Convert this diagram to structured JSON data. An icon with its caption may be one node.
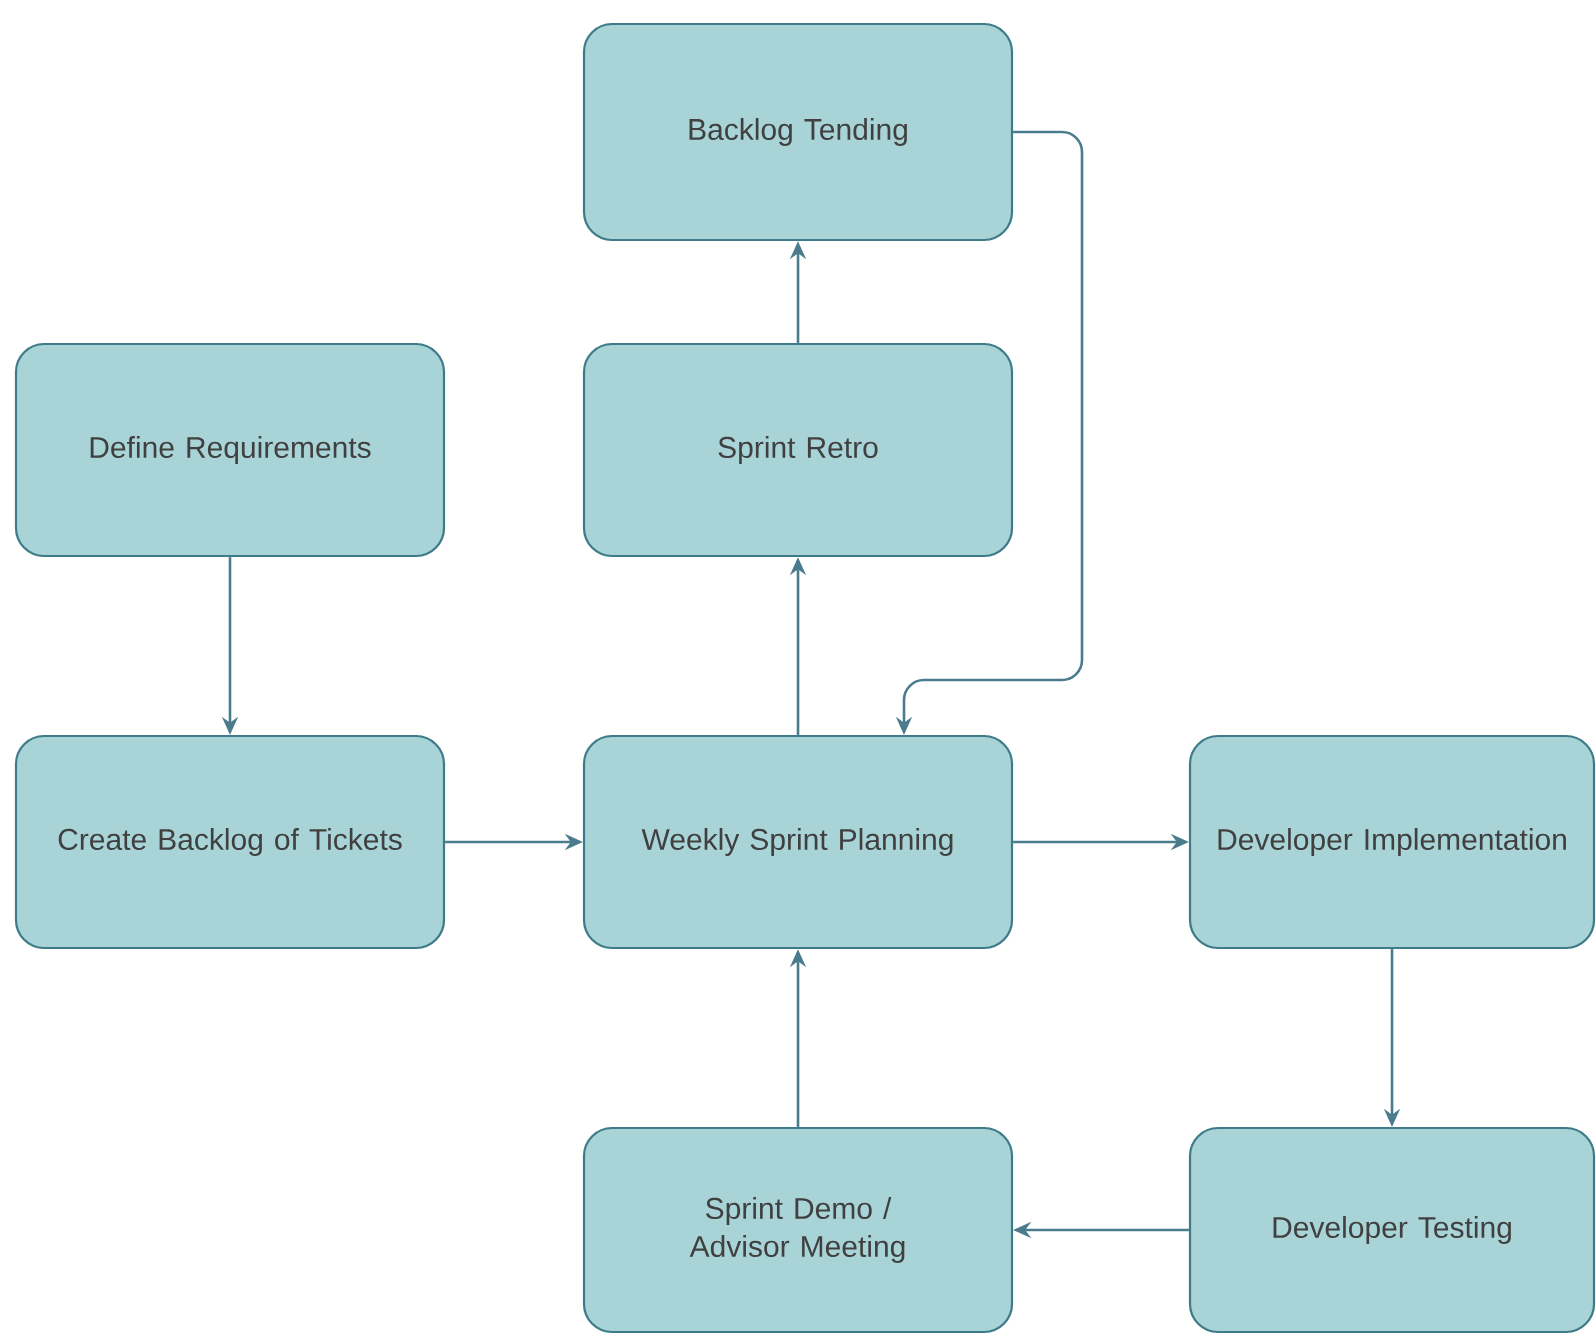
{
  "diagram": {
    "nodes": [
      {
        "text": [
          "Backlog Tending"
        ]
      },
      {
        "text": [
          "Define Requirements"
        ]
      },
      {
        "text": [
          "Sprint Retro"
        ]
      },
      {
        "text": [
          "Create Backlog of Tickets"
        ]
      },
      {
        "text": [
          "Weekly Sprint Planning"
        ]
      },
      {
        "text": [
          "Developer Implementation"
        ]
      },
      {
        "text": [
          "Sprint Demo / Advisor Meeting"
        ]
      },
      {
        "text": [
          "Developer Testing"
        ]
      }
    ],
    "edges": [
      {
        "from": 1,
        "to": 3,
        "arrow": "to"
      },
      {
        "from": 3,
        "to": 4,
        "arrow": "to"
      },
      {
        "from": 4,
        "to": 2,
        "arrow": "to"
      },
      {
        "from": 2,
        "to": 0,
        "arrow": "to"
      },
      {
        "from": 0,
        "to": 4,
        "arrow": "to"
      },
      {
        "from": 4,
        "to": 5,
        "arrow": "to"
      },
      {
        "from": 5,
        "to": 7,
        "arrow": "to"
      },
      {
        "from": 7,
        "to": 6,
        "arrow": "to"
      },
      {
        "from": 6,
        "to": 4,
        "arrow": "to"
      }
    ]
  }
}
